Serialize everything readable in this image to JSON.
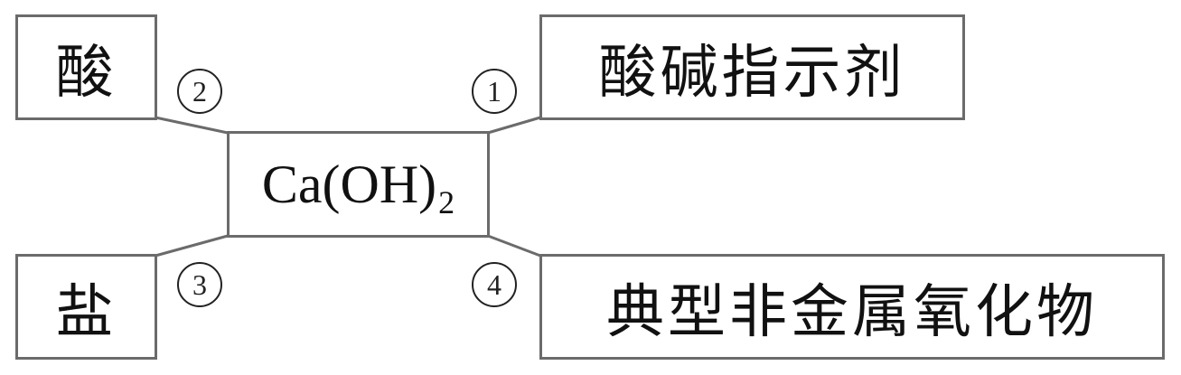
{
  "center": {
    "formula": "Ca(OH)",
    "subscript": "2"
  },
  "nodes": {
    "acid": "酸",
    "indicator": "酸碱指示剂",
    "salt": "盐",
    "nonmetal_oxide": "典型非金属氧化物"
  },
  "markers": {
    "m1": "1",
    "m2": "2",
    "m3": "3",
    "m4": "4"
  },
  "colors": {
    "border": "#6b6b6b",
    "text": "#111111"
  }
}
